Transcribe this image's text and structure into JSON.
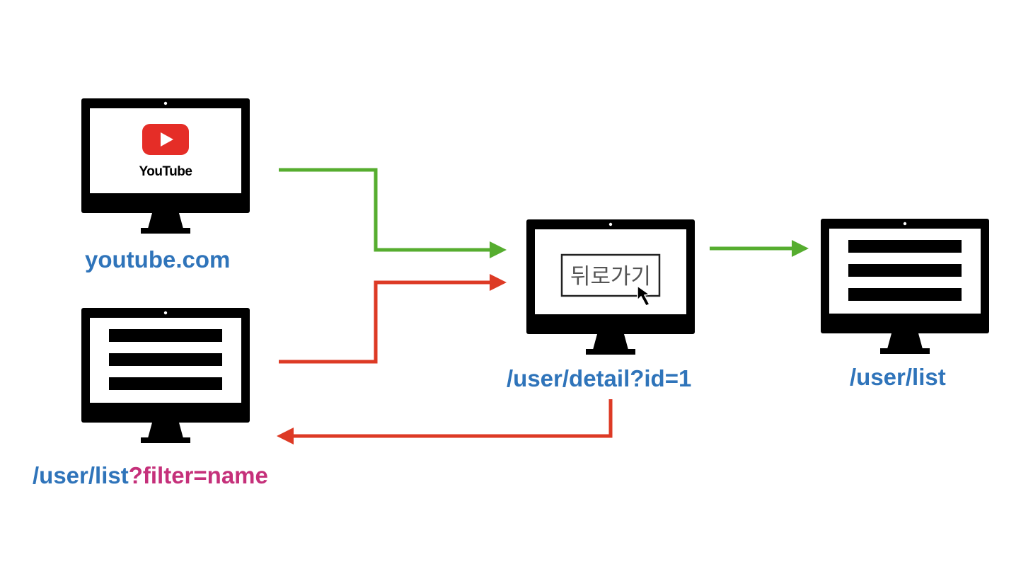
{
  "colors": {
    "label_blue": "#2f74ba",
    "label_pink": "#c5307a",
    "arrow_green": "#56ad2f",
    "arrow_red": "#dd3a25",
    "youtube_red": "#e52d27",
    "monitor": "#000000"
  },
  "monitors": {
    "youtube": {
      "label": "youtube.com",
      "logo_text": "YouTube",
      "logo_icon": "youtube-play-icon"
    },
    "filtered_list": {
      "label_path": "/user/list",
      "label_query": "?filter=name",
      "content_icon": "list-lines-icon"
    },
    "detail": {
      "label": "/user/detail?id=1",
      "back_button": "뒤로가기",
      "cursor_icon": "mouse-pointer-icon"
    },
    "list": {
      "label": "/user/list",
      "content_icon": "list-lines-icon"
    }
  },
  "arrows": [
    {
      "from": "youtube.com",
      "to": "/user/detail?id=1",
      "color": "green"
    },
    {
      "from": "/user/list?filter=name",
      "to": "/user/detail?id=1",
      "color": "red"
    },
    {
      "from": "/user/detail?id=1",
      "to": "/user/list",
      "color": "green"
    },
    {
      "from": "/user/detail?id=1",
      "to": "/user/list?filter=name",
      "color": "red"
    }
  ]
}
